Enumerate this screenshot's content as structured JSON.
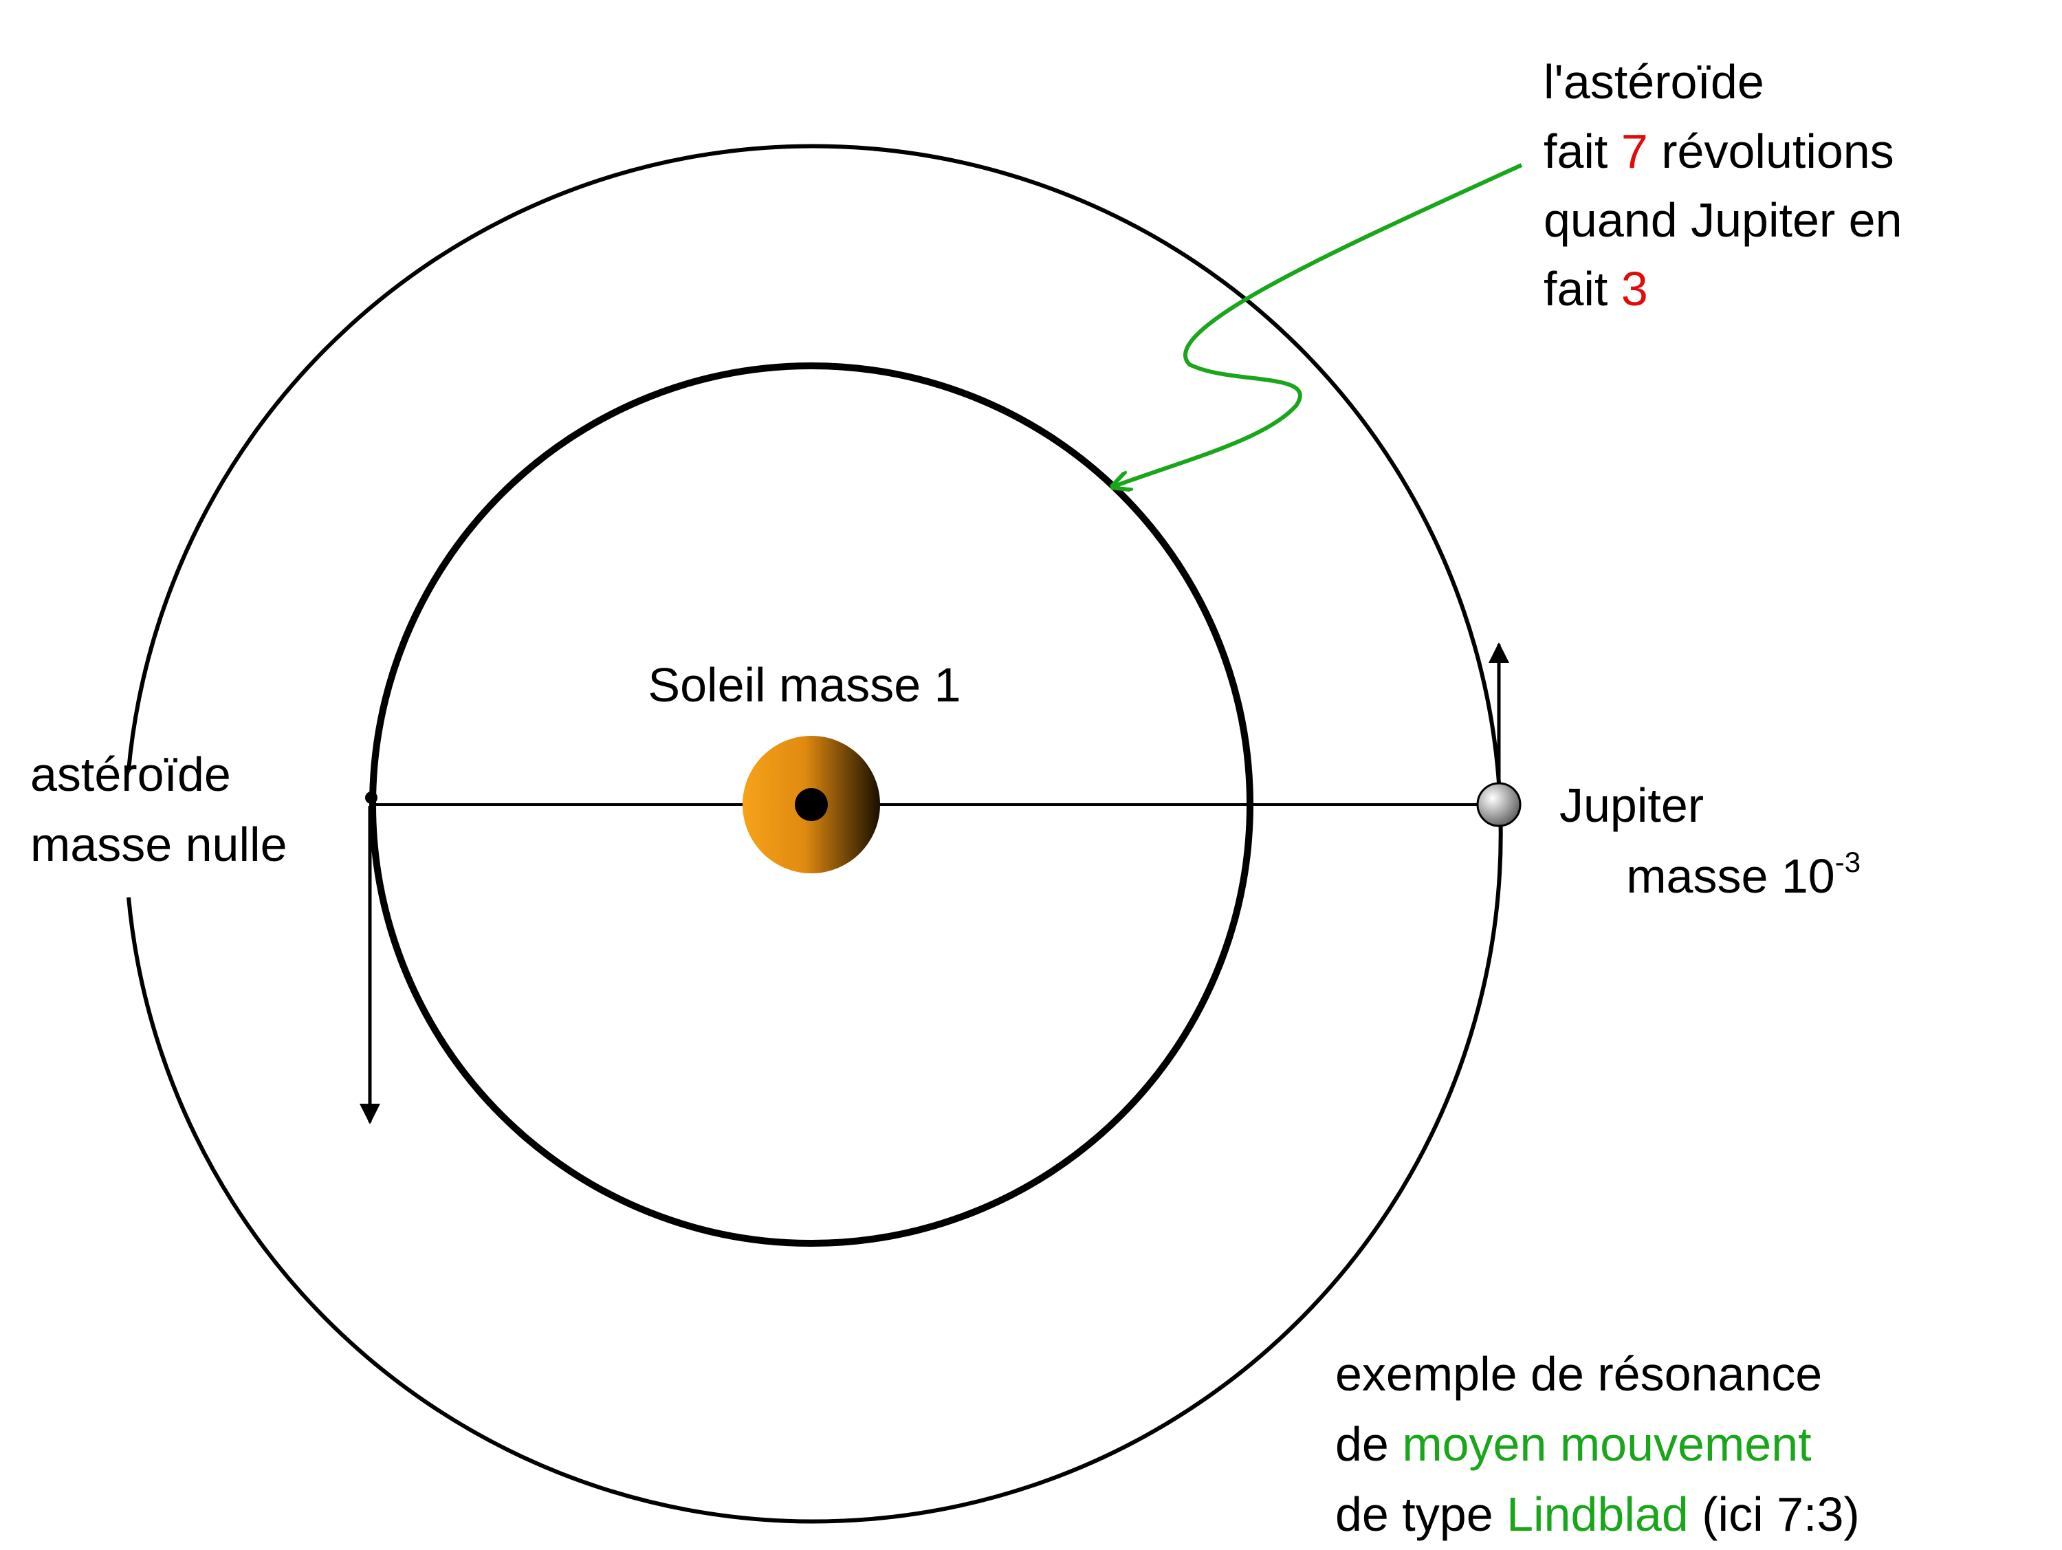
{
  "colors": {
    "ink": "#000000",
    "highlight_red": "#e10b0b",
    "highlight_green": "#1aa61a",
    "sun_light": "#f7a21a",
    "sun_dark": "#1a0f00",
    "jupiter_light": "#ffffff",
    "jupiter_dark": "#555555"
  },
  "sun": {
    "label": "Soleil masse 1"
  },
  "asteroid": {
    "label_line1": "astéroïde",
    "label_line2": "masse nulle"
  },
  "jupiter": {
    "label_line1": "Jupiter",
    "label_line2": "masse 10",
    "mass_exponent": "-3"
  },
  "annotation": {
    "line1": "l'astéroïde",
    "line2_pre": "fait ",
    "line2_num": "7",
    "line2_post": " révolutions",
    "line3": "quand Jupiter en",
    "line4_pre": "fait ",
    "line4_num": "3"
  },
  "caption": {
    "line1": "exemple de résonance",
    "line2_pre": "de ",
    "line2_hl": "moyen mouvement",
    "line3_pre": "de type ",
    "line3_hl": "Lindblad",
    "line3_post": " (ici 7:3)"
  }
}
